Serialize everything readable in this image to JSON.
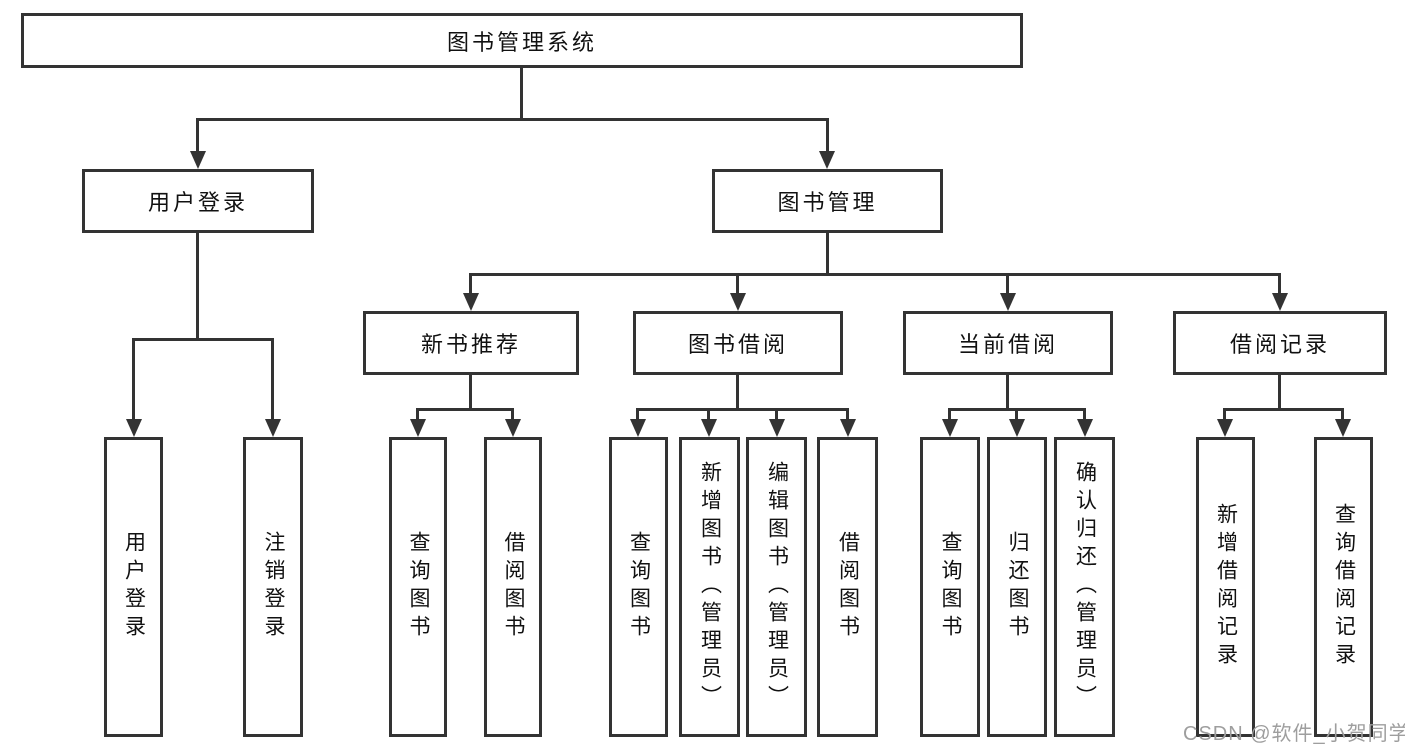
{
  "nodes": {
    "root": {
      "label": "图书管理系统"
    },
    "level2": [
      {
        "label": "用户登录"
      },
      {
        "label": "图书管理"
      }
    ],
    "level3": [
      {
        "label": "新书推荐"
      },
      {
        "label": "图书借阅"
      },
      {
        "label": "当前借阅"
      },
      {
        "label": "借阅记录"
      }
    ],
    "leaves": {
      "user_login": [
        {
          "label": "用户登录"
        },
        {
          "label": "注销登录"
        }
      ],
      "new_book": [
        {
          "label": "查询图书"
        },
        {
          "label": "借阅图书"
        }
      ],
      "borrow": [
        {
          "label": "查询图书"
        },
        {
          "label": "新增图书（管理员）"
        },
        {
          "label": "编辑图书（管理员）"
        },
        {
          "label": "借阅图书"
        }
      ],
      "current": [
        {
          "label": "查询图书"
        },
        {
          "label": "归还图书"
        },
        {
          "label": "确认归还（管理员）"
        }
      ],
      "records": [
        {
          "label": "新增借阅记录"
        },
        {
          "label": "查询借阅记录"
        }
      ]
    }
  },
  "watermark": {
    "text": "CSDN @软件_小贺同学"
  },
  "colors": {
    "line": "#333333",
    "box_border": "#333333",
    "text": "#111111",
    "watermark": "#9e9e9e",
    "background": "#ffffff"
  }
}
